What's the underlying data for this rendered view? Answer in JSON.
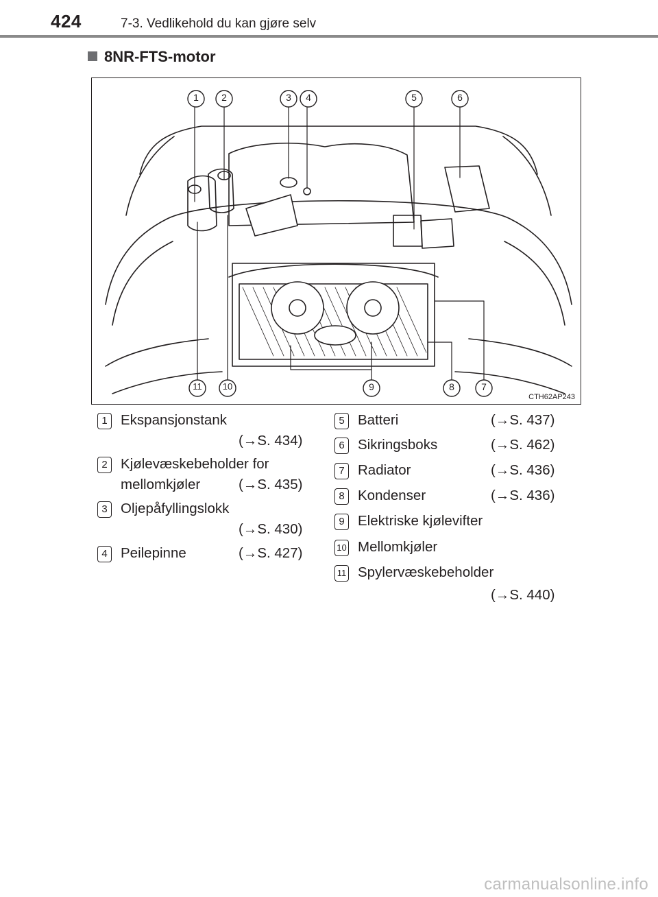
{
  "header": {
    "page_number": "424",
    "chapter": "7-3. Vedlikehold du kan gjøre selv"
  },
  "section": {
    "title": "8NR-FTS-motor"
  },
  "figure": {
    "code": "CTH62AP243",
    "callouts": [
      "1",
      "2",
      "3",
      "4",
      "5",
      "6",
      "7",
      "8",
      "9",
      "10",
      "11"
    ]
  },
  "items_left": [
    {
      "num": "1",
      "label": "Ekspansjonstank",
      "label2": "",
      "ref": "(→S. 434)"
    },
    {
      "num": "2",
      "label": "Kjølevæskebeholder for",
      "label2": "mellomkjøler",
      "ref": "(→S. 435)"
    },
    {
      "num": "3",
      "label": "Oljepåfyllingslokk",
      "label2": "",
      "ref": "(→S. 430)"
    },
    {
      "num": "4",
      "label": "Peilepinne",
      "label2": "",
      "ref": "(→S. 427)"
    }
  ],
  "items_right": [
    {
      "num": "5",
      "label": "Batteri",
      "ref": "(→S. 437)"
    },
    {
      "num": "6",
      "label": "Sikringsboks",
      "ref": "(→S. 462)"
    },
    {
      "num": "7",
      "label": "Radiator",
      "ref": "(→S. 436)"
    },
    {
      "num": "8",
      "label": "Kondenser",
      "ref": "(→S. 436)"
    },
    {
      "num": "9",
      "label": "Elektriske kjølevifter",
      "ref": ""
    },
    {
      "num": "10",
      "label": "Mellomkjøler",
      "ref": ""
    },
    {
      "num": "11",
      "label": "Spylervæskebeholder",
      "ref": "(→S. 440)"
    }
  ],
  "watermark": "carmanualsonline.info"
}
